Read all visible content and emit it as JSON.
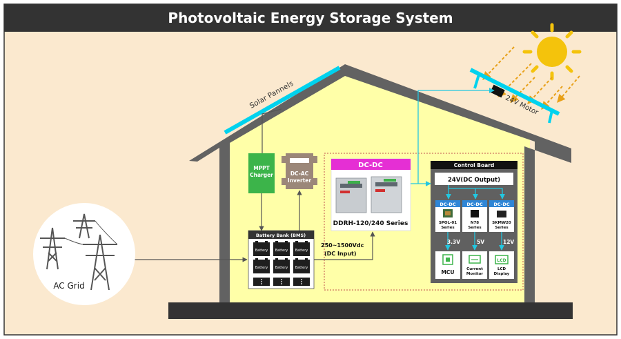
{
  "title": "Photovoltaic Energy Storage System",
  "labels": {
    "solar_panels": "Solar Pannels",
    "motor": "24V Motor",
    "mppt": [
      "MPPT",
      "Charger"
    ],
    "inverter": [
      "DC-AC",
      "Inverter"
    ],
    "dcdc_header": "DC-DC",
    "dcdc_series": "DDRH-120/240 Series",
    "battery_bank": "Battery Bank (BMS)",
    "battery_cell": "Battery",
    "dc_input": [
      "250~1500Vdc",
      "(DC Input)"
    ],
    "control_board": "Control Board",
    "dc_output": "24V(DC Output)",
    "ac_grid": "AC Grid"
  },
  "modules": [
    {
      "header": "DC-DC",
      "name": [
        "SPOL-01",
        "Series"
      ],
      "voltage": "3.3V",
      "load": [
        "MCU"
      ]
    },
    {
      "header": "DC-DC",
      "name": [
        "N78",
        "Series"
      ],
      "voltage": "5V",
      "load": [
        "Current",
        "Monitor"
      ]
    },
    {
      "header": "DC-DC",
      "name": [
        "SKMW20",
        "Series"
      ],
      "voltage": "12V",
      "load": [
        "LCD",
        "Display"
      ]
    }
  ],
  "colors": {
    "title_bar": "#333333",
    "background": "#fbe9cf",
    "house_body": "#ffffa8",
    "roof": "#626262",
    "ground": "#333333",
    "panel": "#00d2ee",
    "wire": "#22c7e0",
    "mppt": "#3cb44a",
    "inverter": "#9b8779",
    "dcdc_header": "#e52fd4",
    "module_header": "#2f86d6",
    "control_board": "#606060",
    "sun": "#f4c30c"
  }
}
